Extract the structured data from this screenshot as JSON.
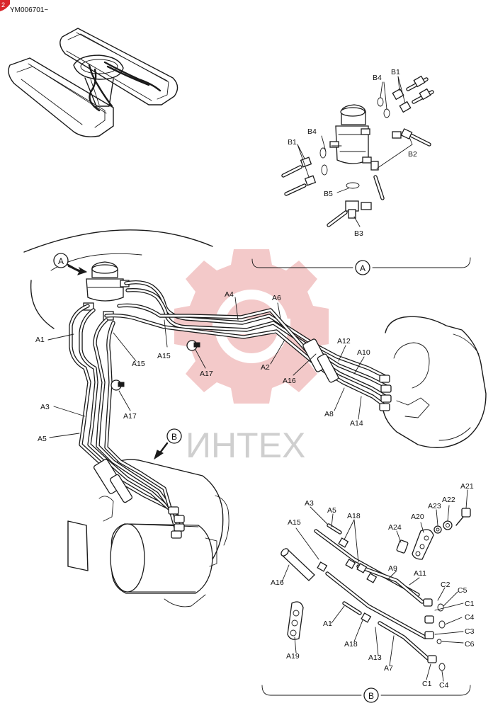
{
  "header": {
    "code": "YM006701~"
  },
  "watermark": {
    "text": "ИНТЕХ",
    "gear_color": "#f3c9c9",
    "text_color": "#cfcfcf"
  },
  "callouts": {
    "detail_a": "A",
    "detail_b": "B"
  },
  "detail_a_labels": [
    "B4",
    "B1",
    "B4",
    "B1",
    "B2",
    "B5",
    "B3"
  ],
  "main_labels": [
    "A4",
    "A6",
    "A1",
    "A15",
    "A15",
    "A17",
    "A2",
    "A16",
    "A12",
    "A10",
    "A3",
    "A17",
    "A8",
    "A14",
    "A5"
  ],
  "detail_b_labels": [
    "A21",
    "A3",
    "A5",
    "A18",
    "A22",
    "A23",
    "A20",
    "A15",
    "A24",
    "A9",
    "A11",
    "A16",
    "C2",
    "C5",
    "C1",
    "C4",
    "A1",
    "C3",
    "A18",
    "C6",
    "A13",
    "A19",
    "A7",
    "C1",
    "C4"
  ],
  "brand_color": "#d9262b"
}
